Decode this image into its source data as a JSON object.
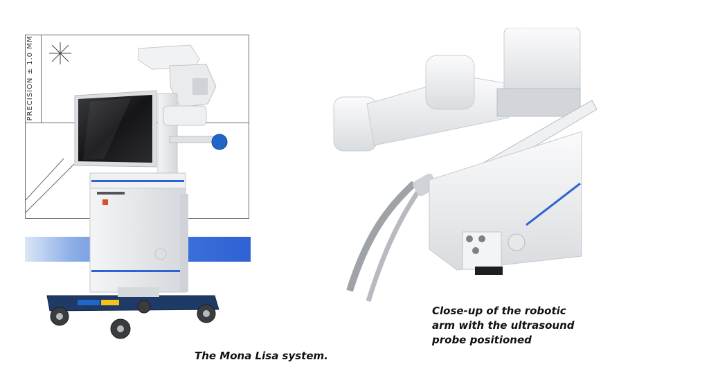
{
  "overlay": {
    "precision_label": "PRECISION   ± 1.0 MM"
  },
  "captions": {
    "system": "The Mona Lisa system.",
    "closeup_line1": "Close-up of the robotic",
    "closeup_line2": "arm with the ultrasound",
    "closeup_line3": "probe positioned"
  },
  "colors": {
    "brand_blue": "#2f62d3",
    "accent_yellow": "#f2c31b",
    "button_blue": "#2066c8"
  }
}
